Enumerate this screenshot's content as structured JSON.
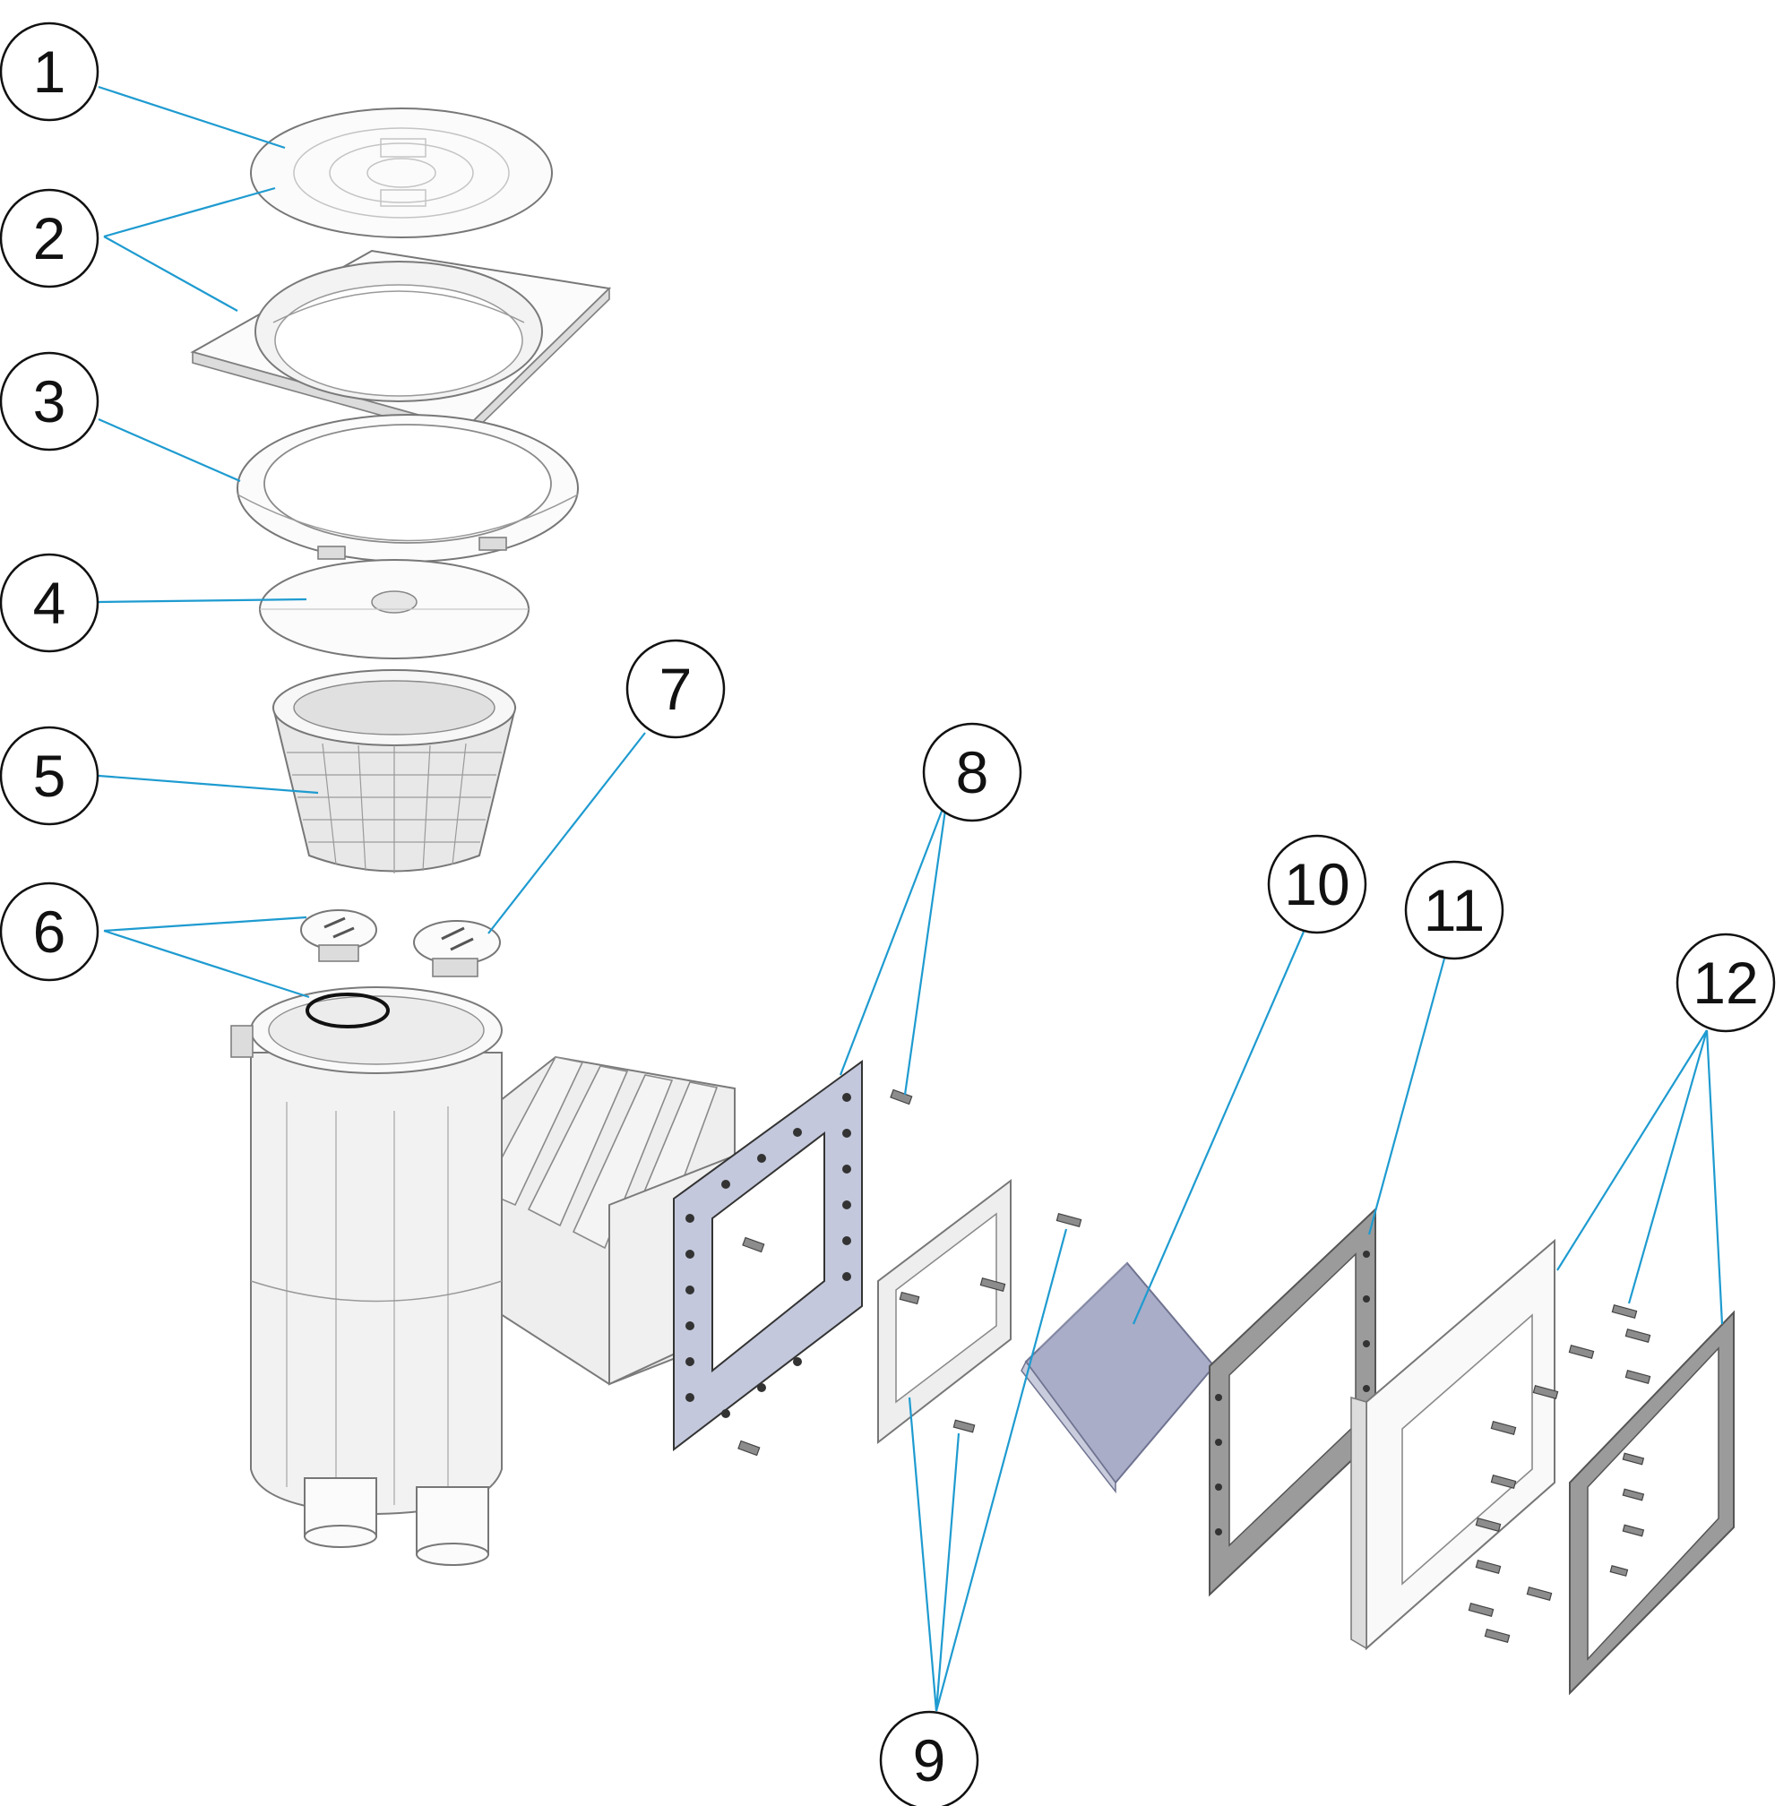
{
  "callouts": [
    {
      "id": 1,
      "label": "1"
    },
    {
      "id": 2,
      "label": "2"
    },
    {
      "id": 3,
      "label": "3"
    },
    {
      "id": 4,
      "label": "4"
    },
    {
      "id": 5,
      "label": "5"
    },
    {
      "id": 6,
      "label": "6"
    },
    {
      "id": 7,
      "label": "7"
    },
    {
      "id": 8,
      "label": "8"
    },
    {
      "id": 9,
      "label": "9"
    },
    {
      "id": 10,
      "label": "10"
    },
    {
      "id": 11,
      "label": "11"
    },
    {
      "id": 12,
      "label": "12"
    }
  ],
  "colors": {
    "leader_line": "#1e9bd0",
    "part_fill": "#fbfbfb",
    "gasket_fill": "#9b9b9b",
    "flap_fill": "#a9adc8",
    "flange_frame": "#c3c8dc"
  }
}
